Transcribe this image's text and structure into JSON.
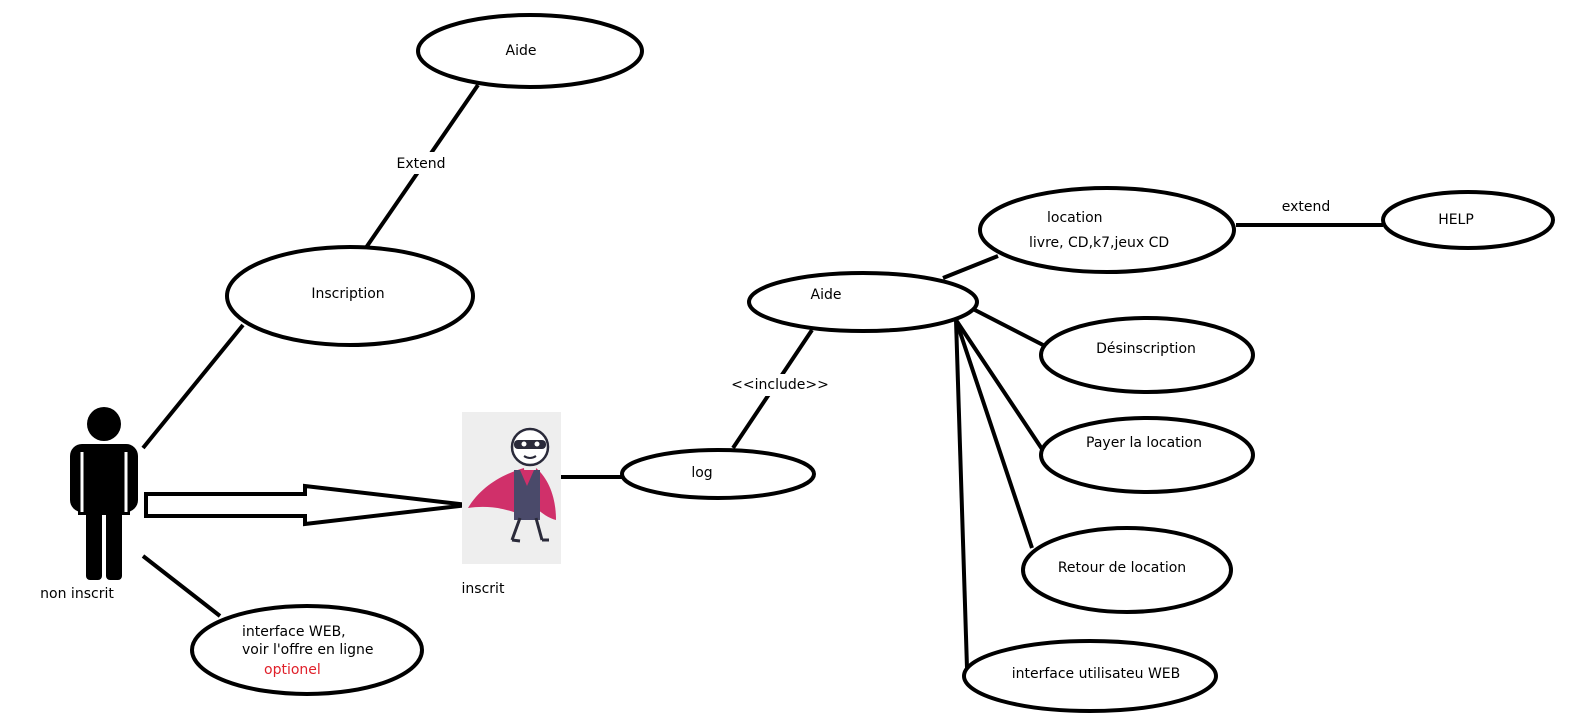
{
  "actors": {
    "non_inscrit": "non inscrit",
    "inscrit": "inscrit"
  },
  "use_cases": {
    "aide_top": "Aide",
    "inscription": "Inscription",
    "interface_web_line1": "interface WEB,",
    "interface_web_line2": "voir l'offre en ligne",
    "interface_web_note": "optionel",
    "log": "log",
    "aide_mid": "Aide",
    "location_line1": "location",
    "location_line2": "livre, CD,k7,jeux CD",
    "help": "HELP",
    "desinscription": "Désinscription",
    "payer": "Payer la location",
    "retour": "Retour de location",
    "interface_utilisateur": "interface utilisateu WEB"
  },
  "relations": {
    "extend_upper": "Extend",
    "include": "<<include>>",
    "extend_help": "extend"
  },
  "colors": {
    "note": "#e0202a",
    "cape": "#d0306a",
    "suit": "#4a4a6a"
  }
}
